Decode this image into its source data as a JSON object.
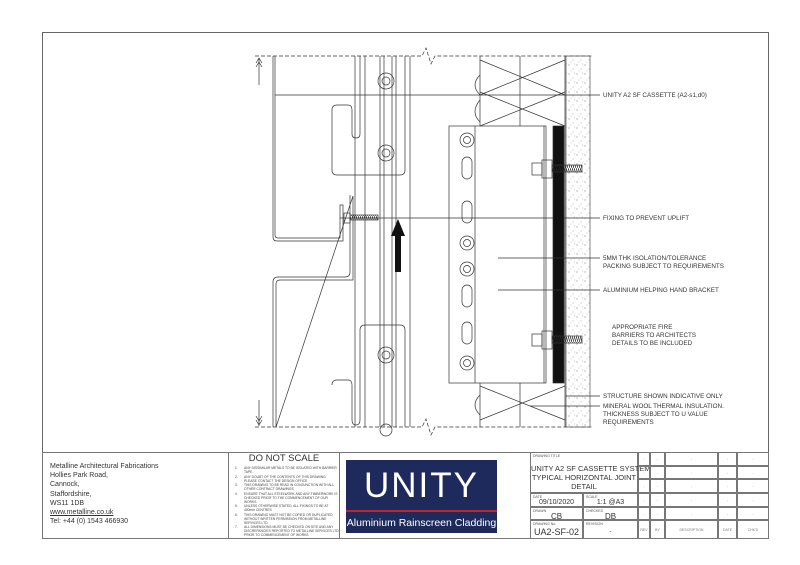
{
  "drawing": {
    "labels": {
      "cassette": "UNITY A2 SF CASSETTE (A2-s1,d0)",
      "fixing": "FIXING TO PREVENT UPLIFT",
      "packing": [
        "5MM THK ISOLATION/TOLERANCE",
        "PACKING SUBJECT TO REQUIREMENTS"
      ],
      "bracket": "ALUMINIUM HELPING HAND BRACKET",
      "fire": [
        "APPROPRIATE FIRE",
        "BARRIERS TO ARCHITECTS",
        "DETAILS TO BE INCLUDED"
      ],
      "structure": "STRUCTURE SHOWN INDICATIVE ONLY",
      "insulation": [
        "MINERAL WOOL THERMAL INSULATION.",
        "THICKNESS SUBJECT TO U VALUE",
        "REQUIREMENTS"
      ]
    }
  },
  "company": {
    "name": "Metalline Architectural Fabrications",
    "address": [
      "Hollies Park Road,",
      "Cannock,",
      "Staffordshire,",
      "WS11 1DB"
    ],
    "website": "www.metalline.co.uk",
    "phone": "Tel: +44 (0) 1543 466930"
  },
  "notes": {
    "title": "DO NOT SCALE",
    "items": [
      "ANY DISSIMILAR METALS TO BE ISOLATED WITH BARRIER TAPE",
      "ANY DOUBT OF THE CONTENTS OF THIS DRAWING PLEASE CONTACT THE DESIGN OFFICE",
      "THIS DRAWING TO BE READ IN CONJUNCTION WITH ALL OTHER CONTRACT DRAWINGS",
      "ENSURE THAT ALL STEELWORK AND ANY TIMBERWORK IS CHECKED PRIOR TO THE COMMENCEMENT OF OUR WORKS",
      "UNLESS OTHERWISE STATED, ALL FIXINGS TO BE AT 400mm CENTRES",
      "THIS DRAWING MUST NOT BE COPIED OR DUPLICATED WITHOUT WRITTEN PERMISSION FROM METALLINE SERVICES LTD.",
      "ALL DIMENSIONS MUST BE CHECKED ON SITE AND ANY DISCREPANCIES REPORTED TO METALLINE SERVICES LTD PRIOR TO COMMENCEMENT OF WORKS"
    ]
  },
  "logo": {
    "title": "UNITY",
    "subtitle": "Aluminium Rainscreen Cladding",
    "bg_color": "#1f2a5c",
    "accent_color": "#c0242c"
  },
  "title_block": {
    "drawing_title_label": "DRAWING TITLE",
    "drawing_title": [
      "UNITY A2 SF CASSETTE SYSTEM",
      "TYPICAL HORIZONTAL JOINT",
      "DETAIL"
    ],
    "date_label": "DATE",
    "date": "09/10/2020",
    "scale_label": "SCALE",
    "scale": "1:1 @A3",
    "drawn_label": "DRAWN",
    "drawn": "CB",
    "checked_label": "CHECKED",
    "checked": "DB",
    "drawing_no_label": "DRAWING No.",
    "drawing_no": "UA2-SF-02",
    "revision_label": "REVISION",
    "revision": "-"
  },
  "revisions": {
    "headers": [
      "REV",
      "BY",
      "DESCRIPTION",
      "DATE",
      "CHK'D"
    ],
    "rows": [
      [
        "-",
        "-",
        "-",
        "-",
        "-"
      ],
      [
        "-",
        "-",
        "-",
        "-",
        "-"
      ],
      [
        "-",
        "-",
        "-",
        "-",
        "-"
      ],
      [
        "-",
        "-",
        "-",
        "-",
        "-"
      ],
      [
        "-",
        "-",
        "-",
        "-",
        "-"
      ]
    ]
  }
}
